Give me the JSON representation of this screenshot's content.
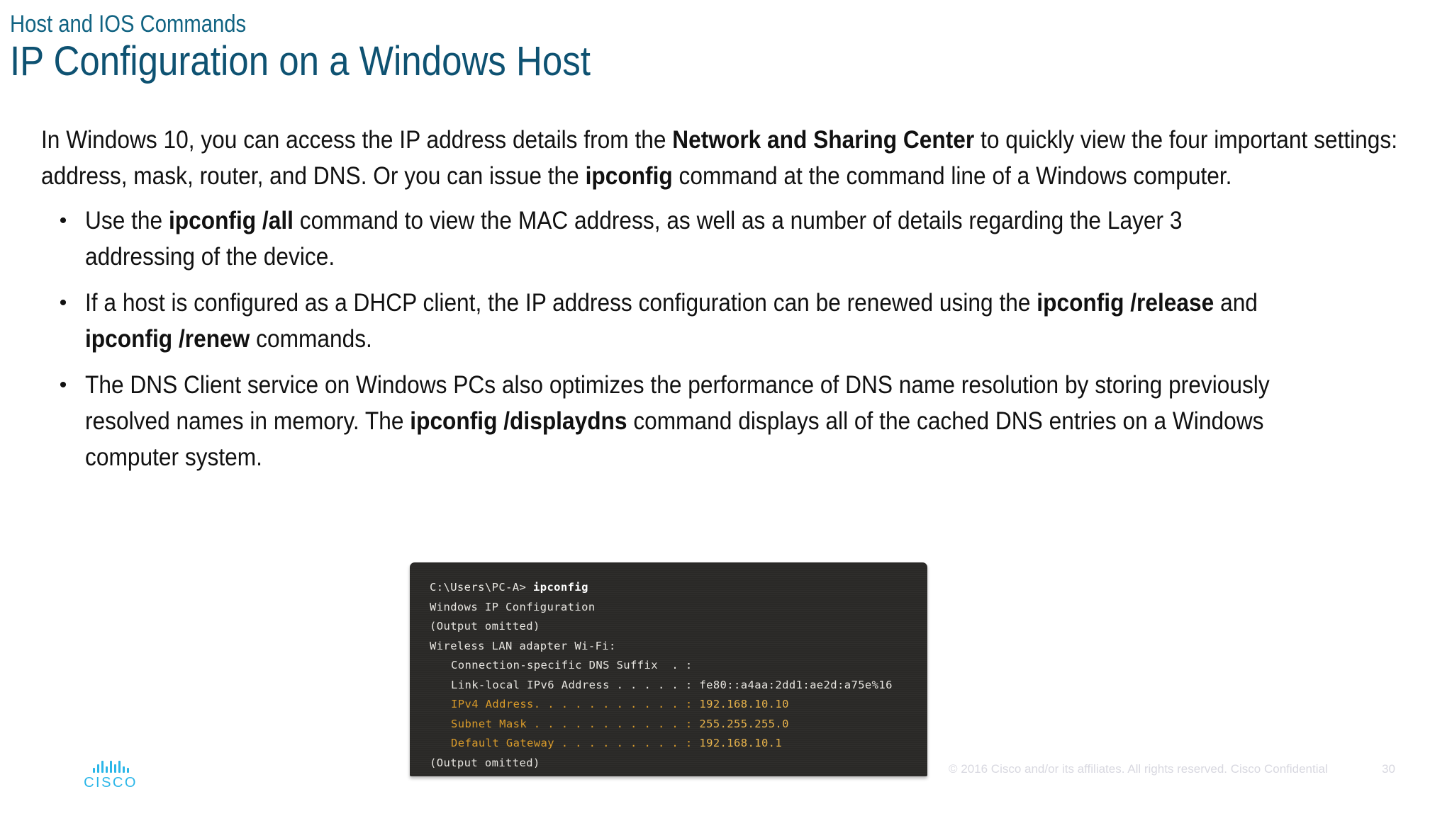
{
  "header": {
    "eyebrow": "Host and IOS Commands",
    "title": "IP Configuration on a Windows Host",
    "title_color": "#0e5272",
    "eyebrow_color": "#116382"
  },
  "body": {
    "intro": {
      "seg1": "In Windows 10, you can access the IP address details from the ",
      "bold1": "Network and Sharing Center",
      "seg2": " to quickly view the four important settings: address, mask, router, and DNS. Or you can issue the ",
      "bold2": "ipconfig",
      "seg3": " command at the command line of a Windows computer."
    },
    "bullet_char": "•",
    "bullets": [
      {
        "seg1": "Use the ",
        "bold1": "ipconfig /all",
        "seg2": " command to view the MAC address, as well as a number of details regarding the Layer 3 addressing of the device.",
        "bold2": "",
        "seg3": "",
        "bold3": "",
        "seg4": ""
      },
      {
        "seg1": "If a host is configured as a DHCP client, the IP address configuration can be renewed using the ",
        "bold1": "ipconfig /release",
        "seg2": " and ",
        "bold2": "ipconfig /renew",
        "seg3": " commands.",
        "bold3": "",
        "seg4": ""
      },
      {
        "seg1": "The DNS Client service on Windows PCs also optimizes the performance of DNS name resolution by storing previously resolved names in memory. The ",
        "bold1": "ipconfig /displaydns",
        "seg2": " command displays all of the cached DNS entries on a Windows computer system.",
        "bold2": "",
        "seg3": "",
        "bold3": "",
        "seg4": ""
      }
    ]
  },
  "terminal": {
    "background": "#2a2927",
    "text_color": "#e8e6e1",
    "highlight_color": "#d99a28",
    "lines": [
      {
        "id": "prompt",
        "indent": false,
        "highlight": false,
        "prefix": "C:\\Users\\PC-A> ",
        "bold": "ipconfig",
        "suffix": ""
      },
      {
        "id": "win-ip-config",
        "indent": false,
        "highlight": false,
        "prefix": "Windows IP Configuration",
        "bold": "",
        "suffix": ""
      },
      {
        "id": "omitted-top",
        "indent": false,
        "highlight": false,
        "prefix": "(Output omitted)",
        "bold": "",
        "suffix": ""
      },
      {
        "id": "adapter",
        "indent": false,
        "highlight": false,
        "prefix": "Wireless LAN adapter Wi-Fi:",
        "bold": "",
        "suffix": ""
      },
      {
        "id": "dns-suffix",
        "indent": true,
        "highlight": false,
        "prefix": "Connection-specific DNS Suffix  . :",
        "bold": "",
        "suffix": ""
      },
      {
        "id": "ipv6",
        "indent": true,
        "highlight": false,
        "prefix": "Link-local IPv6 Address . . . . . : ",
        "bold": "",
        "suffix": "fe80::a4aa:2dd1:ae2d:a75e%16"
      },
      {
        "id": "ipv4",
        "indent": true,
        "highlight": true,
        "prefix": "IPv4 Address. . . . . . . . . . . : ",
        "bold": "",
        "suffix": "192.168.10.10"
      },
      {
        "id": "mask",
        "indent": true,
        "highlight": true,
        "prefix": "Subnet Mask . . . . . . . . . . . : ",
        "bold": "",
        "suffix": "255.255.255.0"
      },
      {
        "id": "gateway",
        "indent": true,
        "highlight": true,
        "prefix": "Default Gateway . . . . . . . . . : ",
        "bold": "",
        "suffix": "192.168.10.1"
      },
      {
        "id": "omitted-bot",
        "indent": false,
        "highlight": false,
        "prefix": "(Output omitted)",
        "bold": "",
        "suffix": ""
      }
    ]
  },
  "footer": {
    "logo_wordmark": "CISCO",
    "logo_color": "#2bb6e8",
    "copyright": "© 2016  Cisco and/or its affiliates. All rights reserved.   Cisco Confidential",
    "page_number": "30"
  }
}
